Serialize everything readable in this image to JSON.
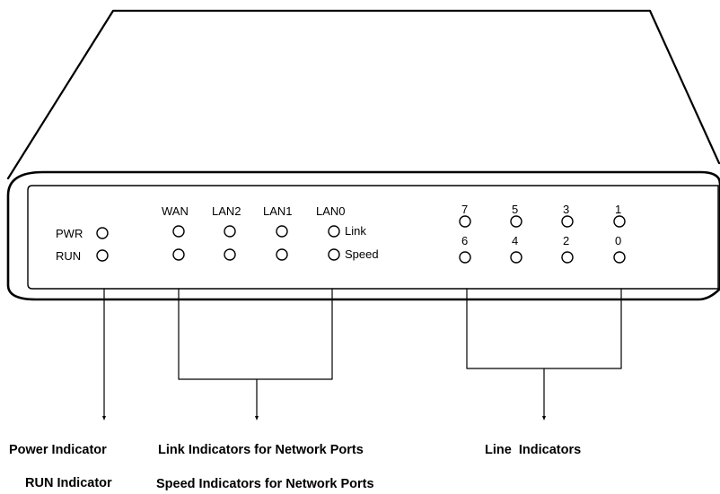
{
  "device": {
    "led_labels": {
      "pwr": "PWR",
      "run": "RUN",
      "link": "Link",
      "speed": "Speed"
    },
    "ports": [
      "WAN",
      "LAN2",
      "LAN1",
      "LAN0"
    ],
    "line_top": [
      "7",
      "5",
      "3",
      "1"
    ],
    "line_bottom": [
      "6",
      "4",
      "2",
      "0"
    ]
  },
  "callouts": {
    "power": "Power Indicator",
    "run": "RUN Indicator",
    "link": "Link Indicators for Network Ports",
    "speed": "Speed Indicators for Network Ports",
    "line": "Line  Indicators"
  }
}
